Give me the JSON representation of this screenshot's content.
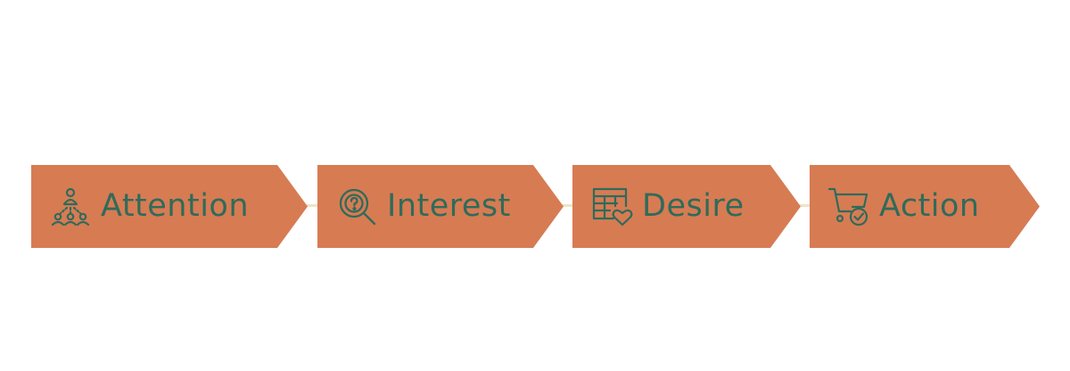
{
  "colors": {
    "step_fill": "#d77b53",
    "text_and_icon": "#2f6b5a",
    "connector": "#efe3c8",
    "background": "#ffffff"
  },
  "steps": [
    {
      "label": "Attention",
      "icon": "audience-icon"
    },
    {
      "label": "Interest",
      "icon": "question-search-icon"
    },
    {
      "label": "Desire",
      "icon": "catalog-heart-icon"
    },
    {
      "label": "Action",
      "icon": "cart-check-icon"
    }
  ]
}
